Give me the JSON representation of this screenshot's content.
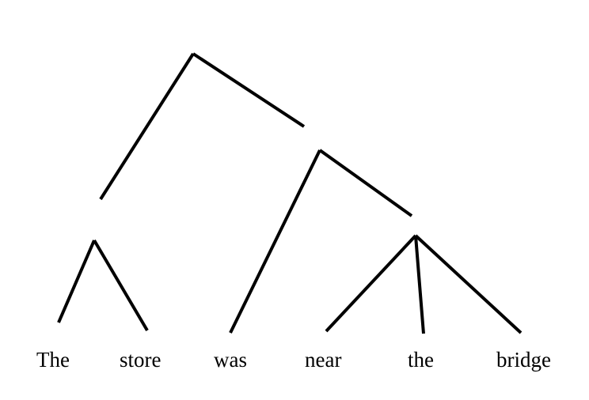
{
  "words": [
    "The",
    "store",
    "was",
    "near",
    "the",
    "bridge"
  ]
}
